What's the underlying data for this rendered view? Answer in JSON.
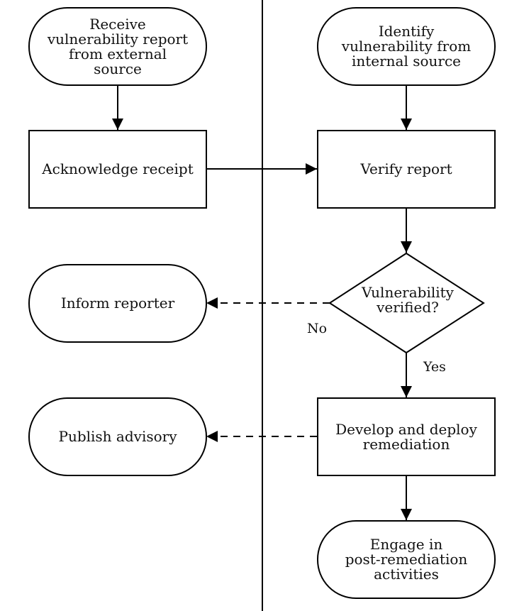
{
  "lanes": {
    "left": {
      "receive": [
        "Receive",
        "vulnerability report",
        "from external",
        "source"
      ],
      "acknowledge": "Acknowledge receipt",
      "inform": "Inform reporter",
      "publish": "Publish advisory"
    },
    "right": {
      "identify": [
        "Identify",
        "vulnerability from",
        "internal source"
      ],
      "verify": "Verify report",
      "decision": [
        "Vulnerability",
        "verified?"
      ],
      "develop": [
        "Develop and deploy",
        "remediation"
      ],
      "engage": [
        "Engage in",
        "post-remediation",
        "activities"
      ]
    }
  },
  "labels": {
    "no": "No",
    "yes": "Yes"
  }
}
